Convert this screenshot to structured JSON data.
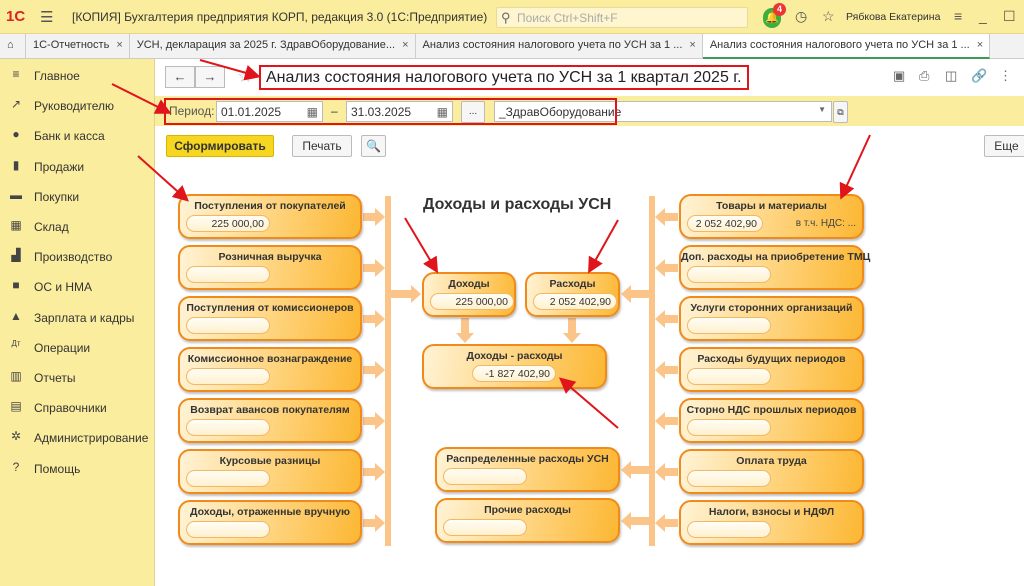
{
  "app": {
    "title": "[КОПИЯ] Бухгалтерия предприятия КОРП, редакция 3.0  (1С:Предприятие)",
    "search_placeholder": "Поиск Ctrl+Shift+F",
    "notifications": "4",
    "user": "Рябкова Екатерина"
  },
  "tabs": [
    {
      "label": "1С-Отчетность"
    },
    {
      "label": "УСН, декларация за 2025 г. ЗдравОборудование..."
    },
    {
      "label": "Анализ состояния налогового учета по УСН за 1 ..."
    },
    {
      "label": "Анализ состояния налогового учета по УСН за 1 ..."
    }
  ],
  "sidebar": {
    "items": [
      {
        "label": "Главное",
        "icon": "≡"
      },
      {
        "label": "Руководителю",
        "icon": "↗"
      },
      {
        "label": "Банк и касса",
        "icon": "●"
      },
      {
        "label": "Продажи",
        "icon": "▮"
      },
      {
        "label": "Покупки",
        "icon": "▬"
      },
      {
        "label": "Склад",
        "icon": "▦"
      },
      {
        "label": "Производство",
        "icon": "▟"
      },
      {
        "label": "ОС и НМА",
        "icon": "■"
      },
      {
        "label": "Зарплата и кадры",
        "icon": "▲"
      },
      {
        "label": "Операции",
        "icon": "Дт"
      },
      {
        "label": "Отчеты",
        "icon": "▥"
      },
      {
        "label": "Справочники",
        "icon": "▤"
      },
      {
        "label": "Администрирование",
        "icon": "✲"
      },
      {
        "label": "Помощь",
        "icon": "?"
      }
    ]
  },
  "page": {
    "title": "Анализ состояния налогового учета по УСН за 1 квартал 2025 г.",
    "period_label": "Период:",
    "date_from": "01.01.2025",
    "date_to": "31.03.2025",
    "dash": "–",
    "ellipsis": "...",
    "organization": "_ЗдравОборудование",
    "generate_button": "Сформировать",
    "print_button": "Печать",
    "more_button": "Еще"
  },
  "diagram": {
    "title": "Доходы и расходы УСН",
    "income_sources": [
      {
        "label": "Поступления от покупателей",
        "value": "225 000,00"
      },
      {
        "label": "Розничная выручка",
        "value": ""
      },
      {
        "label": "Поступления от комиссионеров",
        "value": ""
      },
      {
        "label": "Комиссионное вознаграждение",
        "value": ""
      },
      {
        "label": "Возврат авансов покупателям",
        "value": ""
      },
      {
        "label": "Курсовые разницы",
        "value": ""
      },
      {
        "label": "Доходы, отраженные вручную",
        "value": ""
      }
    ],
    "expense_sources": [
      {
        "label": "Товары и материалы",
        "value": "2 052 402,90",
        "extra": "в т.ч. НДС: ..."
      },
      {
        "label": "Доп. расходы на приобретение ТМЦ",
        "value": ""
      },
      {
        "label": "Услуги сторонних организаций",
        "value": ""
      },
      {
        "label": "Расходы будущих периодов",
        "value": ""
      },
      {
        "label": "Сторно НДС прошлых периодов",
        "value": ""
      },
      {
        "label": "Оплата труда",
        "value": ""
      },
      {
        "label": "Налоги, взносы и НДФЛ",
        "value": ""
      }
    ],
    "income": {
      "label": "Доходы",
      "value": "225 000,00"
    },
    "expenses": {
      "label": "Расходы",
      "value": "2 052 402,90"
    },
    "difference": {
      "label": "Доходы - расходы",
      "value": "-1 827 402,90"
    },
    "other": [
      {
        "label": "Распределенные расходы УСН",
        "value": ""
      },
      {
        "label": "Прочие расходы",
        "value": ""
      }
    ]
  },
  "colors": {
    "accent_yellow": "#fbed9e",
    "box_border": "#f08a1a",
    "annotation_red": "#e0151b"
  }
}
